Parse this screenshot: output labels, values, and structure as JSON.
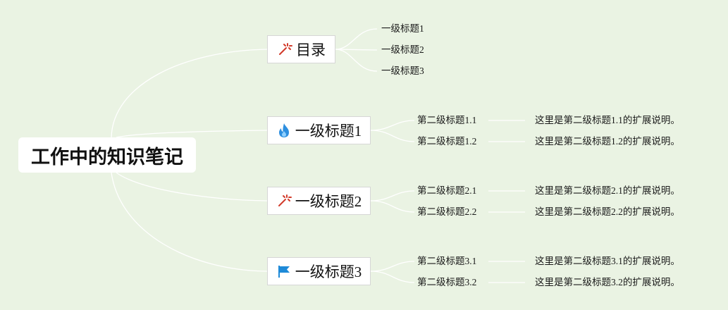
{
  "root": {
    "title": "工作中的知识笔记"
  },
  "toc": {
    "title": "目录",
    "icon": "magic-wand-icon",
    "items": [
      "一级标题1",
      "一级标题2",
      "一级标题3"
    ]
  },
  "sections": [
    {
      "title": "一级标题1",
      "icon": "flame-icon",
      "children": [
        {
          "title": "第二级标题1.1",
          "note": "这里是第二级标题1.1的扩展说明。"
        },
        {
          "title": "第二级标题1.2",
          "note": "这里是第二级标题1.2的扩展说明。"
        }
      ]
    },
    {
      "title": "一级标题2",
      "icon": "magic-wand-icon",
      "children": [
        {
          "title": "第二级标题2.1",
          "note": "这里是第二级标题2.1的扩展说明。"
        },
        {
          "title": "第二级标题2.2",
          "note": "这里是第二级标题2.2的扩展说明。"
        }
      ]
    },
    {
      "title": "一级标题3",
      "icon": "flag-icon",
      "children": [
        {
          "title": "第二级标题3.1",
          "note": "这里是第二级标题3.1的扩展说明。"
        },
        {
          "title": "第二级标题3.2",
          "note": "这里是第二级标题3.2的扩展说明。"
        }
      ]
    }
  ],
  "colors": {
    "background": "#eaf3e3",
    "connector": "#ffffff",
    "wand": "#d23a2a",
    "flame": "#2d8fe0",
    "flag": "#1e8ad8"
  }
}
